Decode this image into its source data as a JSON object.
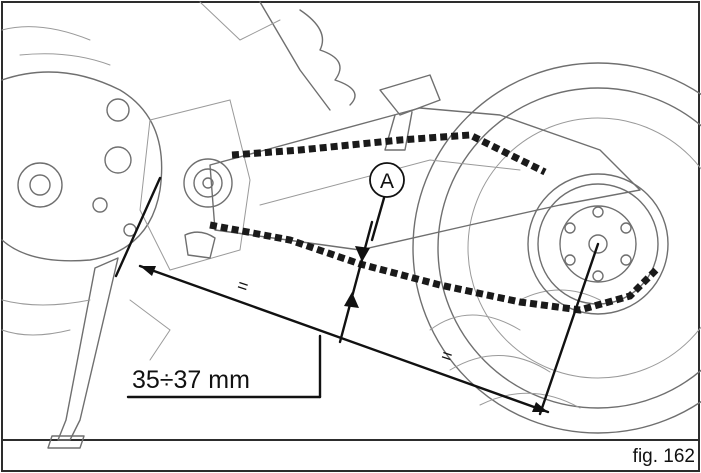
{
  "figure": {
    "callout_letter": "A",
    "slack_measurement": "35÷37 mm",
    "equal_mark": "=",
    "figure_number": "fig. 162"
  },
  "colors": {
    "line_art": "#6f6f6f",
    "ink": "#111111",
    "background": "#ffffff"
  }
}
